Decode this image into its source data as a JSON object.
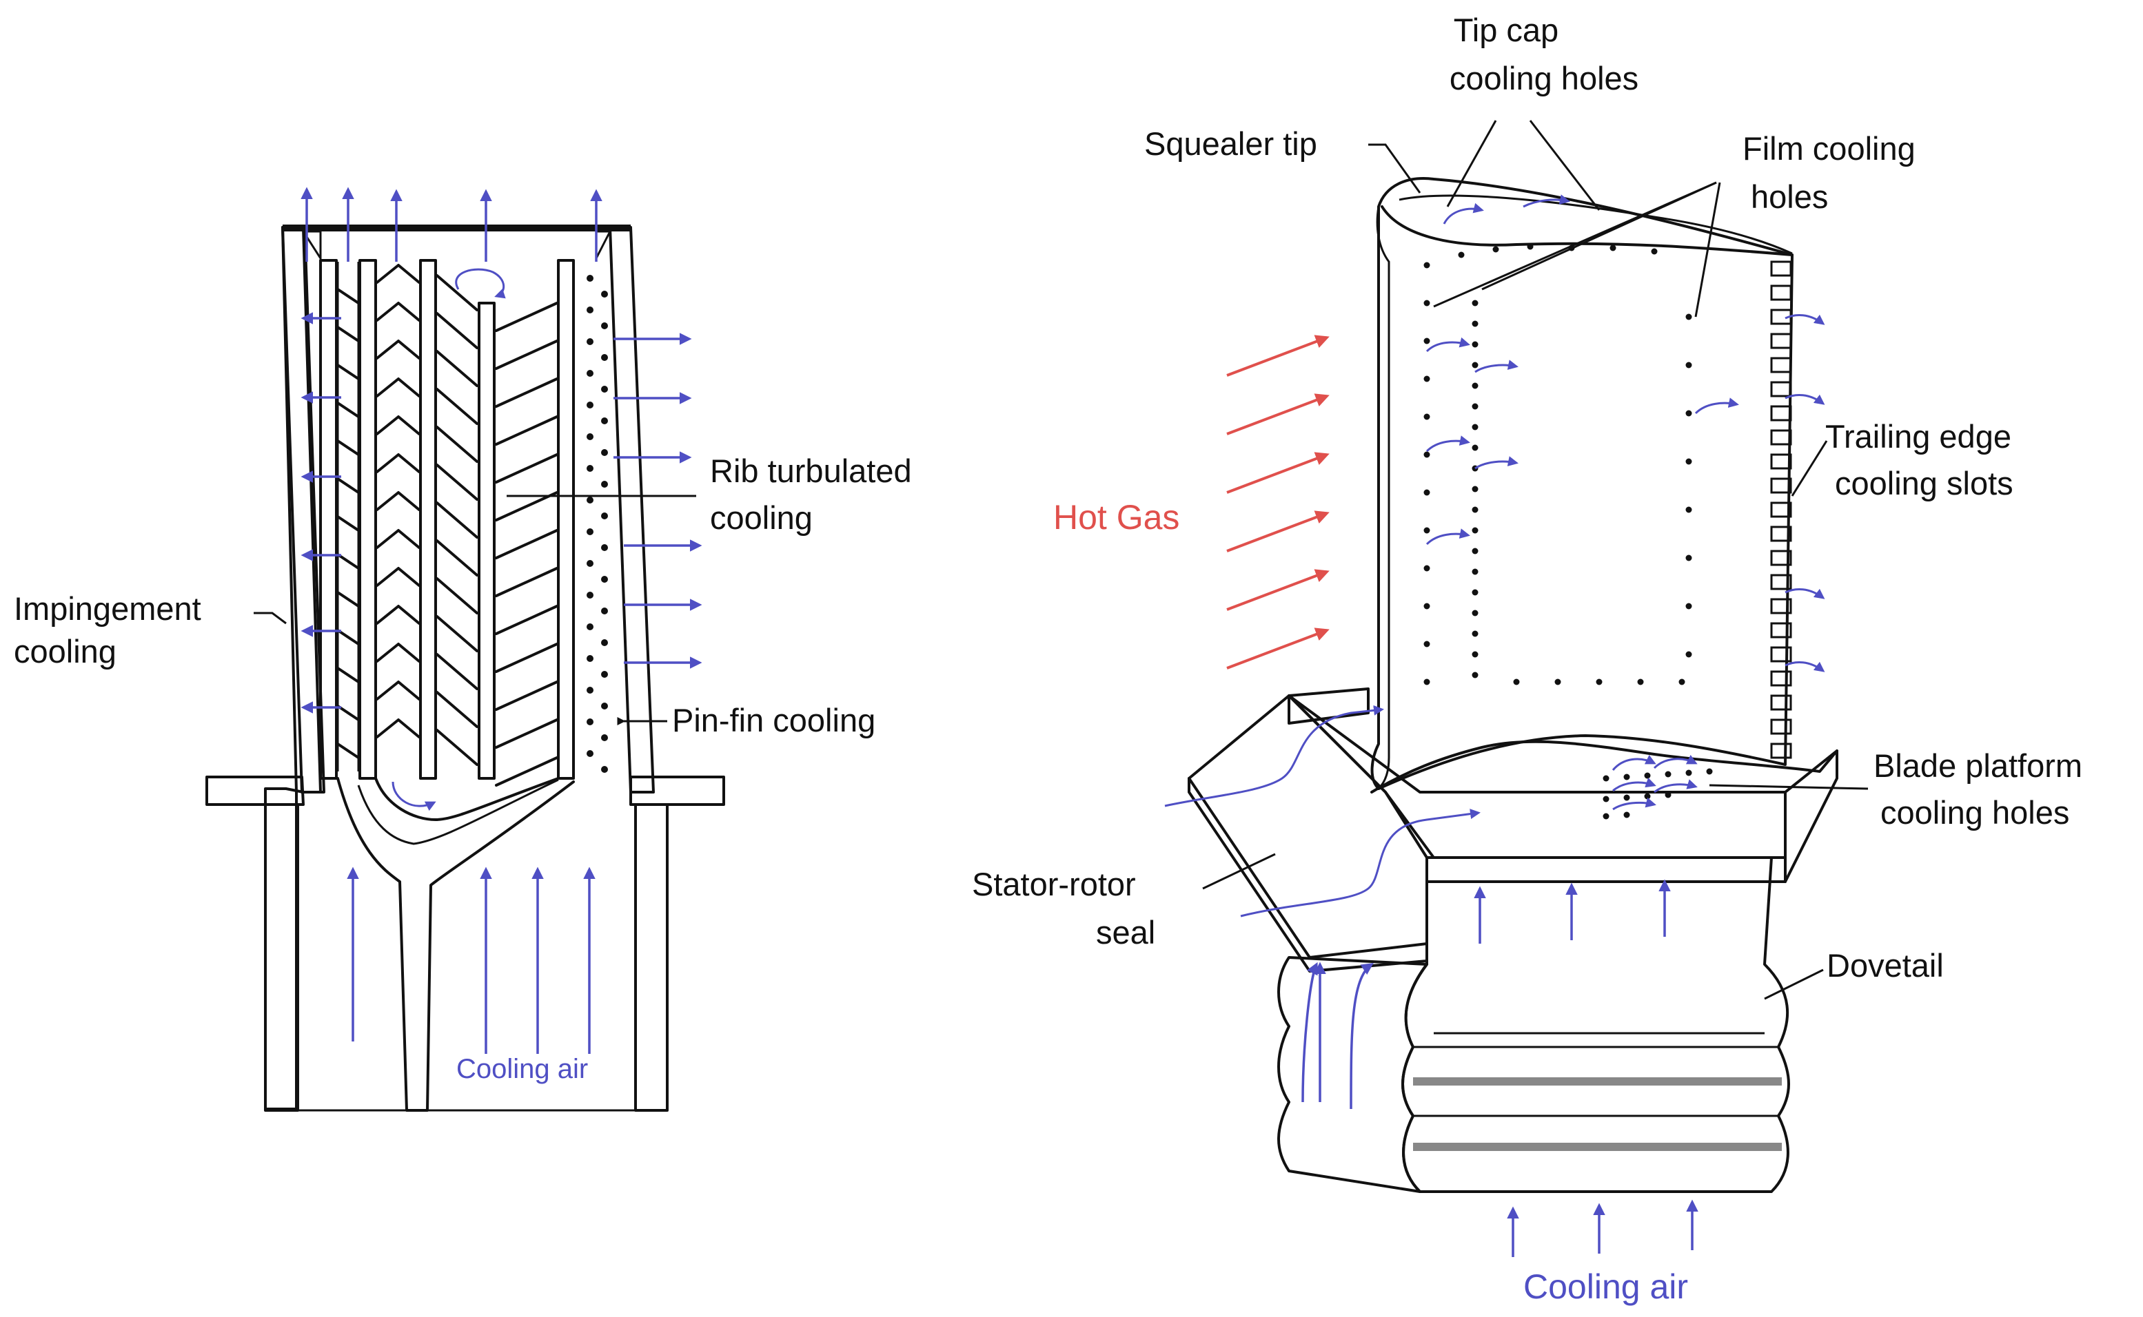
{
  "colors": {
    "cooling_arrow": "#4f4fc4",
    "hot_gas": "#e0504c",
    "outline": "#111111",
    "hatch": "#333333"
  },
  "left_diagram": {
    "labels": {
      "rib_line1": "Rib turbulated",
      "rib_line2": "cooling",
      "imp_line1": "Impingement",
      "imp_line2": "cooling",
      "pinfin": "Pin-fin cooling",
      "cooling_air": "Cooling air"
    }
  },
  "right_diagram": {
    "labels": {
      "tipcap_line1": "Tip cap",
      "tipcap_line2": "cooling holes",
      "squealer": "Squealer tip",
      "film_line1": "Film cooling",
      "film_line2": "holes",
      "trailing_line1": "Trailing edge",
      "trailing_line2": "cooling slots",
      "hot_gas": "Hot Gas",
      "platform_line1": "Blade platform",
      "platform_line2": "cooling holes",
      "seal_line1": "Stator-rotor",
      "seal_line2": "seal",
      "dovetail": "Dovetail",
      "cooling_air": "Cooling air"
    }
  }
}
